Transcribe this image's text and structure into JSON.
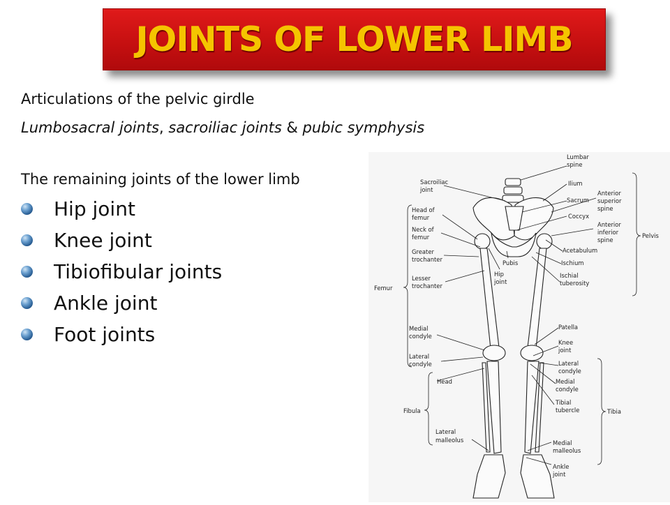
{
  "title": "JOINTS OF LOWER LIMB",
  "intro": {
    "line1": "Articulations of the pelvic girdle",
    "line2_part1": "Lumbosacral  joints",
    "line2_sep": ", ",
    "line2_part2": "sacroiliac  joints",
    "line2_amp": "  & ",
    "line2_part3": "pubic symphysis",
    "line3": "The remaining joints of the lower limb"
  },
  "bullets": [
    "Hip joint",
    "Knee joint",
    "Tibiofibular joints",
    "Ankle joint",
    "Foot joints"
  ],
  "diagram": {
    "left_labels": [
      "Sacroiliac",
      "joint",
      "Head of",
      "femur",
      "Neck of",
      "femur",
      "Greater",
      "trochanter",
      "Lesser",
      "trochanter",
      "Femur",
      "Medial",
      "condyle",
      "Lateral",
      "condyle",
      "Head",
      "Fibula",
      "Lateral",
      "malleolus"
    ],
    "center_labels": [
      "Pubis",
      "Hip",
      "joint"
    ],
    "right_labels": [
      "Lumbar",
      "spine",
      "Ilium",
      "Sacrum",
      "Coccyx",
      "Anterior",
      "superior",
      "spine",
      "Anterior",
      "inferior",
      "spine",
      "Pelvis",
      "Acetabulum",
      "Ischium",
      "Ischial",
      "tuberosity",
      "Patella",
      "Knee",
      "joint",
      "Lateral",
      "condyle",
      "Medial",
      "condyle",
      "Tibial",
      "tubercle",
      "Tibia",
      "Medial",
      "malleolus",
      "Ankle",
      "joint"
    ]
  },
  "colors": {
    "banner": "#d01515",
    "title_text": "#f5c400",
    "bullet": "#3a6ea5"
  }
}
